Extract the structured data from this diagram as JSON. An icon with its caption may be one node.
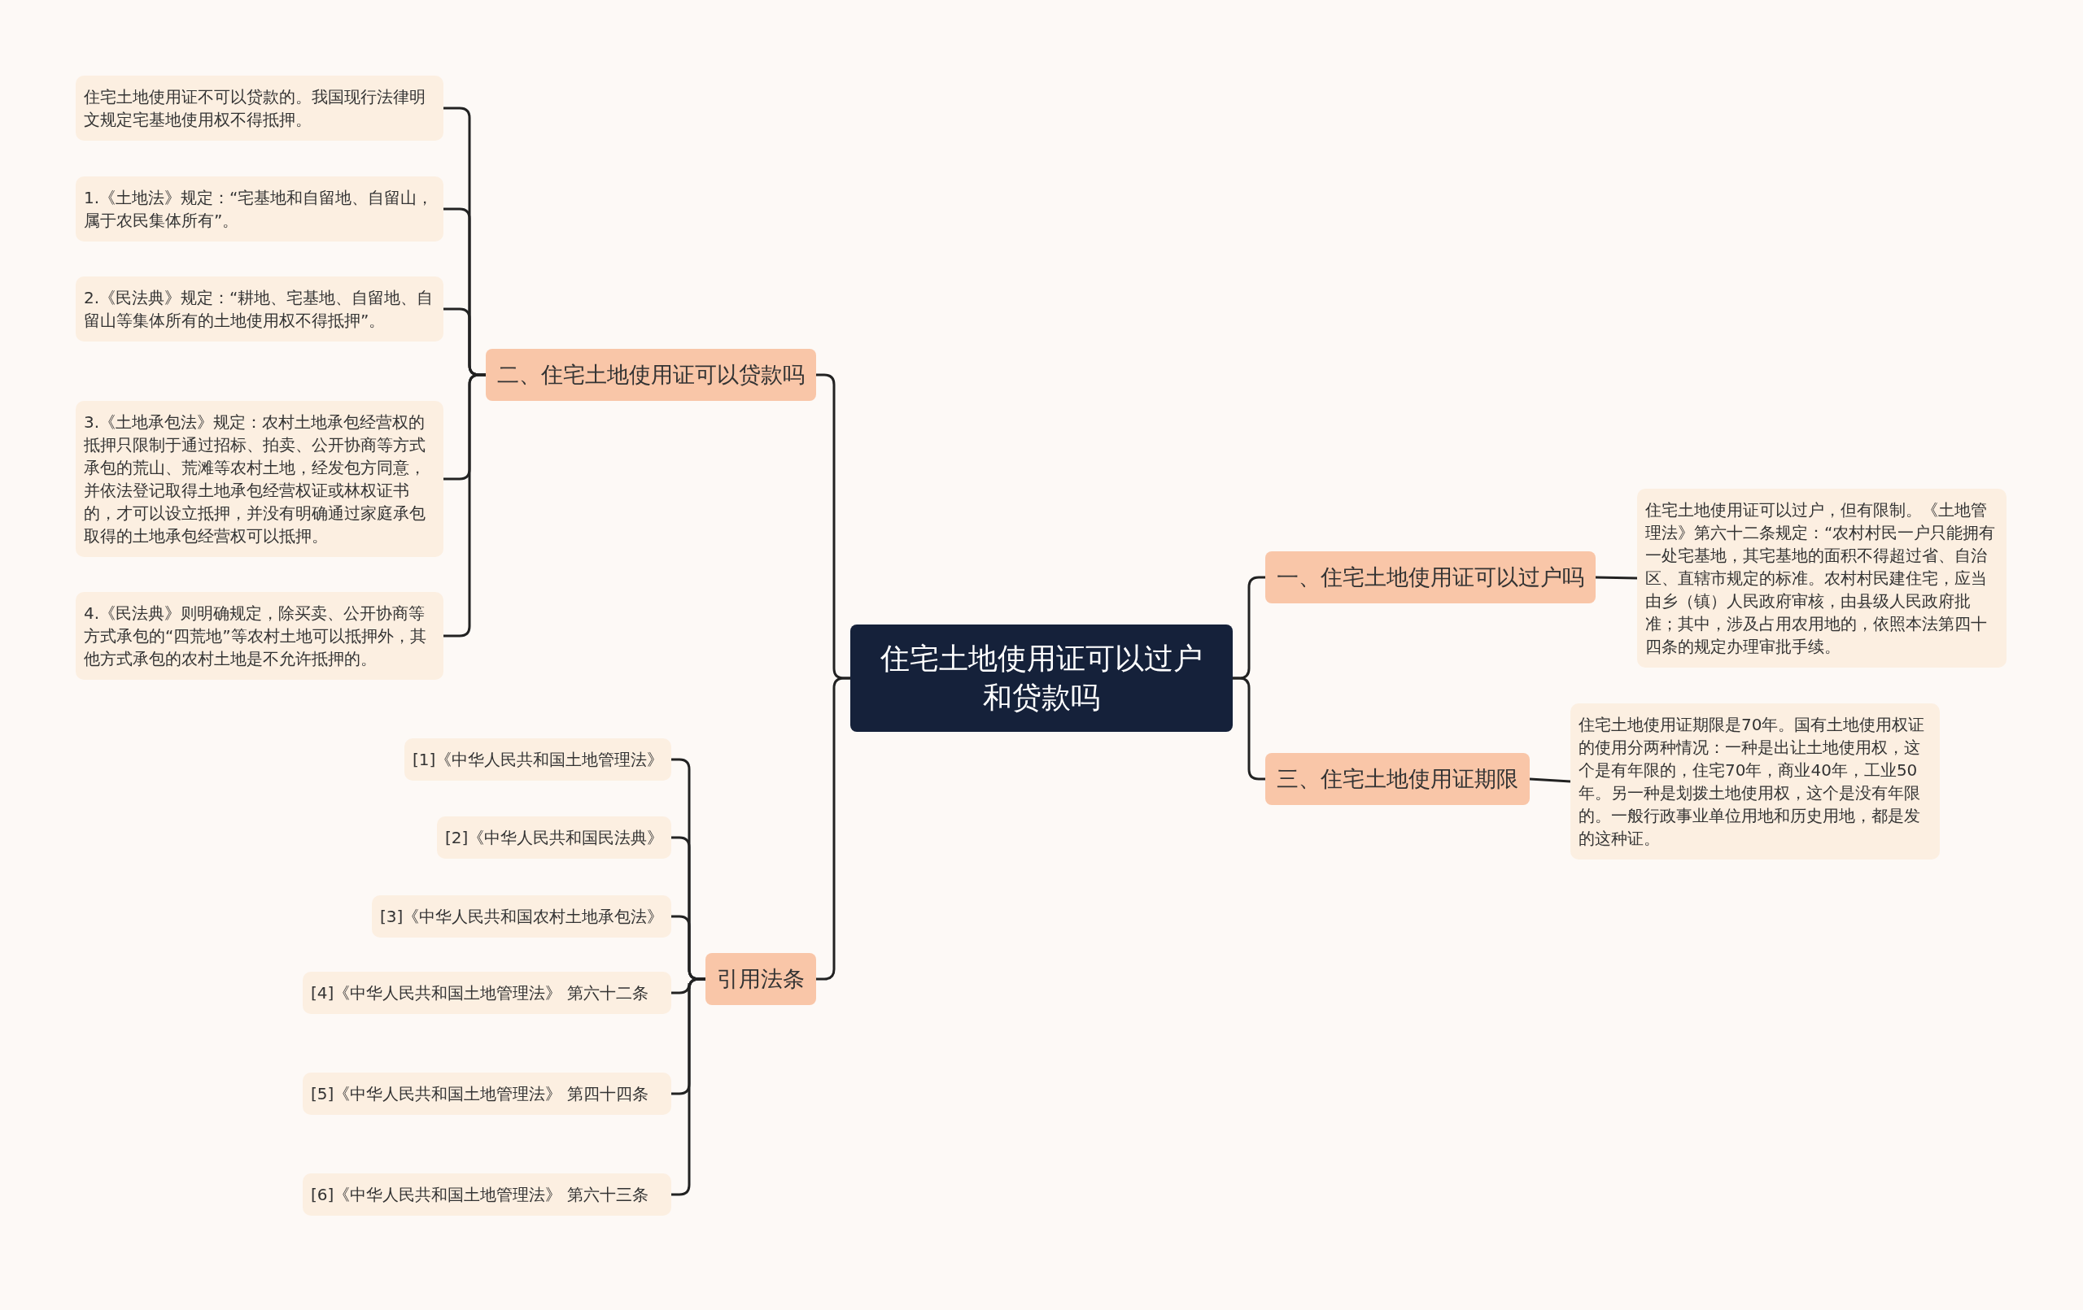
{
  "diagram": {
    "nodes": [
      {
        "text": [
          "住宅土地使用证可以过户和贷款吗"
        ]
      },
      {
        "text": [
          "一、住宅土地使用证可以过户吗"
        ]
      },
      {
        "text": [
          "住宅土地使用证可以过户，但有限制。《土地管理法》第六十二条规定：“农村村民一户只能拥有一处宅基地，其宅基地的面积不得超过省、自治区、直辖市规定的标准。农村村民建住宅，应当由乡（镇）人民政府审核，由县级人民政府批准；其中，涉及占用农用地的，依照本法第四十四条的规定办理审批手续。"
        ]
      },
      {
        "text": [
          "三、住宅土地使用证期限"
        ]
      },
      {
        "text": [
          "住宅土地使用证期限是70年。国有土地使用权证的使用分两种情况：一种是出让土地使用权，这个是有年限的，住宅70年，商业40年，工业50年。另一种是划拨土地使用权，这个是没有年限的。一般行政事业单位用地和历史用地，都是发的这种证。"
        ]
      },
      {
        "text": [
          "二、住宅土地使用证可以贷款吗"
        ]
      },
      {
        "text": [
          "住宅土地使用证不可以贷款的。我国现行法律明文规定宅基地使用权不得抵押。"
        ]
      },
      {
        "text": [
          "1.《土地法》规定：“宅基地和自留地、自留山，属于农民集体所有”。"
        ]
      },
      {
        "text": [
          "2.《民法典》规定：“耕地、宅基地、自留地、自留山等集体所有的土地使用权不得抵押”。"
        ]
      },
      {
        "text": [
          "3.《土地承包法》规定：农村土地承包经营权的抵押只限制于通过招标、拍卖、公开协商等方式承包的荒山、荒滩等农村土地，经发包方同意，并依法登记取得土地承包经营权证或林权证书的，才可以设立抵押，并没有明确通过家庭承包取得的土地承包经营权可以抵押。"
        ]
      },
      {
        "text": [
          "4.《民法典》则明确规定，除买卖、公开协商等方式承包的“四荒地”等农村土地可以抵押外，其他方式承包的农村土地是不允许抵押的。"
        ]
      },
      {
        "text": [
          "引用法条"
        ]
      },
      {
        "text": [
          "[1]《中华人民共和国土地管理法》"
        ]
      },
      {
        "text": [
          "[2]《中华人民共和国民法典》"
        ]
      },
      {
        "text": [
          "[3]《中华人民共和国农村土地承包法》"
        ]
      },
      {
        "text": [
          "[4]《中华人民共和国土地管理法》 第六十二条"
        ]
      },
      {
        "text": [
          "[5]《中华人民共和国土地管理法》 第四十四条"
        ]
      },
      {
        "text": [
          "[6]《中华人民共和国土地管理法》 第六十三条"
        ]
      }
    ],
    "edges": [
      {
        "from": 0,
        "to": 1,
        "arrow": "none"
      },
      {
        "from": 1,
        "to": 2,
        "arrow": "none"
      },
      {
        "from": 0,
        "to": 3,
        "arrow": "none"
      },
      {
        "from": 3,
        "to": 4,
        "arrow": "none"
      },
      {
        "from": 0,
        "to": 5,
        "arrow": "none"
      },
      {
        "from": 5,
        "to": 6,
        "arrow": "none"
      },
      {
        "from": 5,
        "to": 7,
        "arrow": "none"
      },
      {
        "from": 5,
        "to": 8,
        "arrow": "none"
      },
      {
        "from": 5,
        "to": 9,
        "arrow": "none"
      },
      {
        "from": 5,
        "to": 10,
        "arrow": "none"
      },
      {
        "from": 0,
        "to": 11,
        "arrow": "none"
      },
      {
        "from": 11,
        "to": 12,
        "arrow": "none"
      },
      {
        "from": 11,
        "to": 13,
        "arrow": "none"
      },
      {
        "from": 11,
        "to": 14,
        "arrow": "none"
      },
      {
        "from": 11,
        "to": 15,
        "arrow": "none"
      },
      {
        "from": 11,
        "to": 16,
        "arrow": "none"
      },
      {
        "from": 11,
        "to": 17,
        "arrow": "none"
      }
    ]
  }
}
